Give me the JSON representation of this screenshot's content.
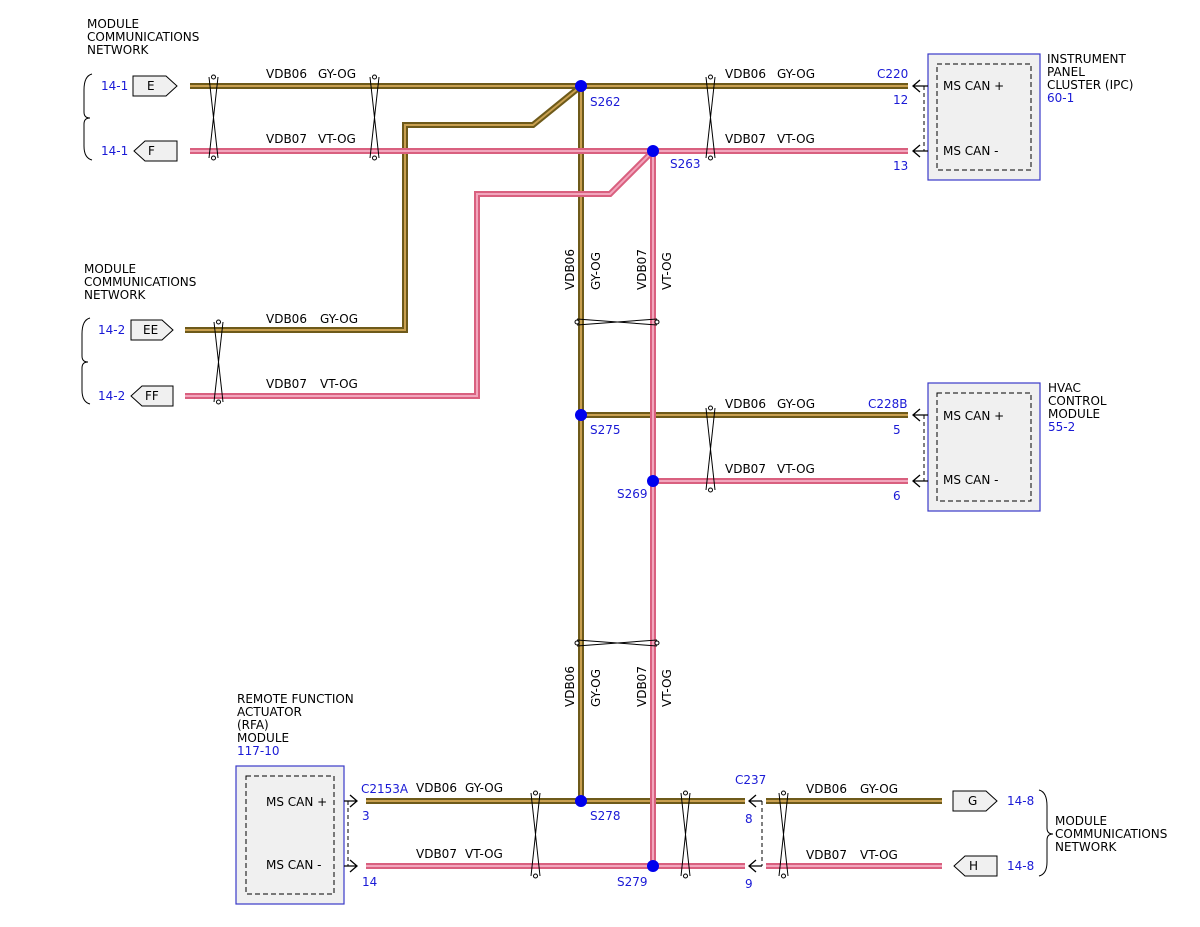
{
  "colors": {
    "gy_og_outer": "#6e5a1a",
    "gy_og_stripe": "#c9a050",
    "vt_og_outer": "#d9607f",
    "vt_og_stripe": "#f2a6bd",
    "splice": "#0000ee",
    "ref_text": "#1a1ad6",
    "module_fill": "#f0f0f0",
    "module_border": "#3a3ac8"
  },
  "circuits": {
    "can_high": {
      "name": "VDB06",
      "color": "GY-OG"
    },
    "can_low": {
      "name": "VDB07",
      "color": "VT-OG"
    }
  },
  "networks": {
    "top_left": {
      "lines": [
        "MODULE",
        "COMMUNICATIONS",
        "NETWORK"
      ],
      "connectors": [
        {
          "label": "E",
          "ref": "14-1"
        },
        {
          "label": "F",
          "ref": "14-1"
        }
      ]
    },
    "mid_left": {
      "lines": [
        "MODULE",
        "COMMUNICATIONS",
        "NETWORK"
      ],
      "connectors": [
        {
          "label": "EE",
          "ref": "14-2"
        },
        {
          "label": "FF",
          "ref": "14-2"
        }
      ]
    },
    "bottom_right": {
      "lines": [
        "MODULE",
        "COMMUNICATIONS",
        "NETWORK"
      ],
      "connectors": [
        {
          "label": "G",
          "ref": "14-8"
        },
        {
          "label": "H",
          "ref": "14-8"
        }
      ]
    }
  },
  "modules": {
    "ipc": {
      "title_lines": [
        "INSTRUMENT",
        "PANEL",
        "CLUSTER (IPC)"
      ],
      "ref": "60-1",
      "connector": "C220",
      "pin_high": "12",
      "pin_low": "13",
      "high_label": "MS CAN +",
      "low_label": "MS CAN -"
    },
    "hvac": {
      "title_lines": [
        "HVAC",
        "CONTROL",
        "MODULE"
      ],
      "ref": "55-2",
      "connector": "C228B",
      "pin_high": "5",
      "pin_low": "6",
      "high_label": "MS CAN +",
      "low_label": "MS CAN -"
    },
    "rfa": {
      "title_lines": [
        "REMOTE FUNCTION",
        "ACTUATOR",
        "(RFA)",
        "MODULE"
      ],
      "ref": "117-10",
      "connector": "C2153A",
      "pin_high": "3",
      "pin_low": "14",
      "high_label": "MS CAN +",
      "low_label": "MS CAN -"
    }
  },
  "inline_connector": {
    "name": "C237",
    "pin_high": "8",
    "pin_low": "9"
  },
  "splices": {
    "s262": "S262",
    "s263": "S263",
    "s275": "S275",
    "s269": "S269",
    "s278": "S278",
    "s279": "S279"
  }
}
